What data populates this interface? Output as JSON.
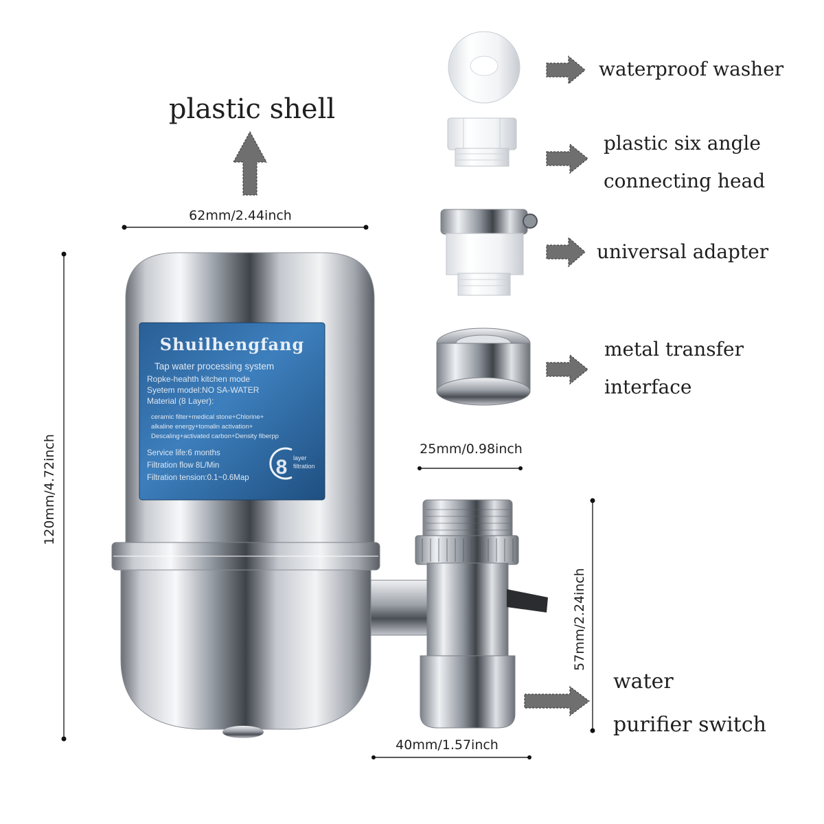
{
  "callouts": {
    "plastic_shell": "plastic shell",
    "waterproof_washer": "waterproof washer",
    "six_angle_line1": "plastic six angle",
    "six_angle_line2": "connecting head",
    "universal_adapter": "universal adapter",
    "metal_transfer_line1": "metal transfer",
    "metal_transfer_line2": "interface",
    "switch_line1": "water",
    "switch_line2": "purifier switch"
  },
  "dimensions": {
    "width_top": "62mm/2.44inch",
    "height_left": "120mm/4.72inch",
    "interface": "25mm/0.98inch",
    "switch_height": "57mm/2.24inch",
    "switch_width": "40mm/1.57inch"
  },
  "product_label": {
    "brand": "Shuilhengfang",
    "lines": [
      "Tap water processing system",
      "Ropke-heahth kitchen mode",
      "Syetem model:NO SA-WATER",
      "Material (8 Layer):",
      "ceramic filter+medical stone+Chlorine+",
      "alkaline energy+tomalin activation+",
      "Descaling+activated carbon+Density fiberpp",
      "Service life:6 months",
      "Filtration flow 8L/Min",
      "Filtration tension:0.1~0.6Map"
    ],
    "badge_number": "8",
    "badge_line1": "layer",
    "badge_line2": "filtration"
  },
  "colors": {
    "label_blue": "#2f6ea6",
    "arrow_gray": "#6f6f6f",
    "chrome_light": "#f4f5f7",
    "chrome_dark": "#5c6068"
  }
}
